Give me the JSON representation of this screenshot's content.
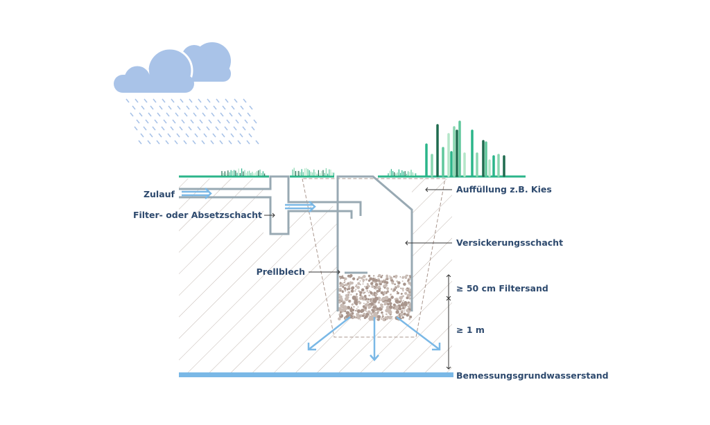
{
  "labels": {
    "inlet": "Zulauf",
    "filter_shaft": "Filter- oder Absetzschacht",
    "baffle": "Prellblech",
    "backfill": "Auffüllung z.B. Kies",
    "infiltration_shaft": "Versickerungsschacht",
    "filter_sand": "≥ 50 cm Filtersand",
    "min_distance": "≥ 1 m",
    "groundwater": "Bemessungsgrundwasserstand"
  },
  "colors": {
    "text": "#2e4a6e",
    "pipe": "#98a9b3",
    "water": "#7ab8e6",
    "cloud": "#a9c3e8",
    "ground": "#2bb58a",
    "hatch": "#b9ada6",
    "gravel": "#a8958c"
  }
}
